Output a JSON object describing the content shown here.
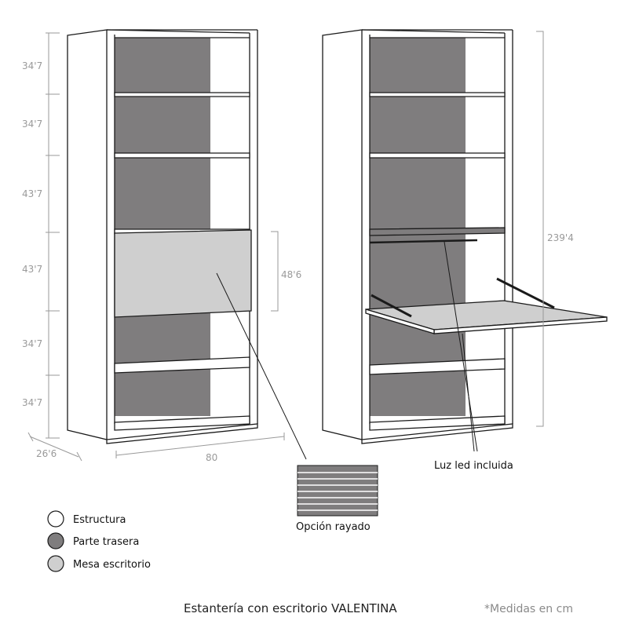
{
  "colors": {
    "structure": "#ffffff",
    "back_panel": "#7f7d7e",
    "desk": "#cfcfcf",
    "outline": "#1a1a1a",
    "dimension": "#9a9a9a"
  },
  "dimensions": {
    "left_heights": [
      "34'7",
      "34'7",
      "43'7",
      "43'7",
      "34'7",
      "34'7"
    ],
    "desk_height": "48'6",
    "total_height": "239'4",
    "depth": "26'6",
    "width": "80"
  },
  "callouts": {
    "led": "Luz led incluida",
    "striped": "Opción rayado"
  },
  "legend": [
    {
      "label": "Estructura",
      "color": "#ffffff"
    },
    {
      "label": "Parte trasera",
      "color": "#7f7d7e"
    },
    {
      "label": "Mesa escritorio",
      "color": "#cfcfcf"
    }
  ],
  "title": "Estantería con escritorio VALENTINA",
  "note": "*Medidas en cm"
}
